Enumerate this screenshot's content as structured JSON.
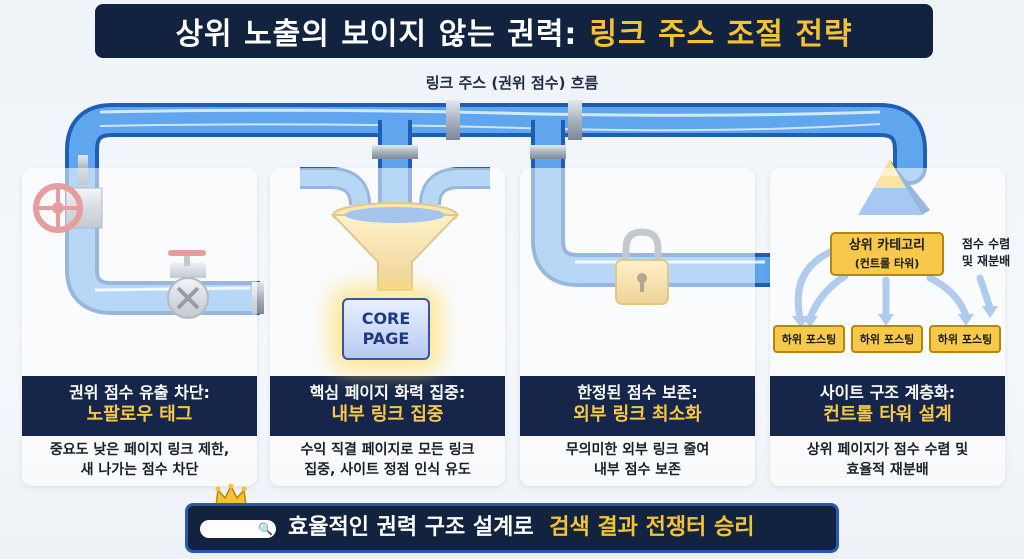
{
  "title": {
    "white": "상위 노출의 보이지 않는 권력:",
    "yellow": "링크 주스 조절 전략"
  },
  "flow_label": "링크 주스 (권위 점수) 흐름",
  "cards": [
    {
      "head": "권위 점수 유출 차단:",
      "sub": "노팔로우 태그",
      "desc": [
        "중요도 낮은 페이지 링크 제한,",
        "새 나가는 점수 차단"
      ]
    },
    {
      "head": "핵심 페이지 화력 집중:",
      "sub": "내부 링크 집중",
      "desc": [
        "수익 직결 페이지로 모든 링크",
        "집중, 사이트 정점 인식 유도"
      ]
    },
    {
      "head": "한정된 점수 보존:",
      "sub": "외부 링크 최소화",
      "desc": [
        "무의미한 외부 링크 줄여",
        "내부 점수 보존"
      ]
    },
    {
      "head": "사이트 구조 계층화:",
      "sub": "컨트롤 타워 설계",
      "desc": [
        "상위 페이지가 점수 수렴 및",
        "효율적 재분배"
      ]
    }
  ],
  "core_page": {
    "line1": "CORE",
    "line2": "PAGE"
  },
  "category": {
    "label": "상위 카테고리",
    "sub": "(컨트롤 타워)"
  },
  "side_note": {
    "line1": "점수 수렴",
    "line2": "및 재분배"
  },
  "sub_posts": [
    "하위 포스팅",
    "하위 포스팅",
    "하위 포스팅"
  ],
  "bottom": {
    "white": "효율적인 권력 구조 설계로",
    "yellow": "검색 결과 전쟁터 승리"
  },
  "colors": {
    "navy": "#12233f",
    "gold": "#f5c234",
    "pipe": "#4f8fdc"
  }
}
